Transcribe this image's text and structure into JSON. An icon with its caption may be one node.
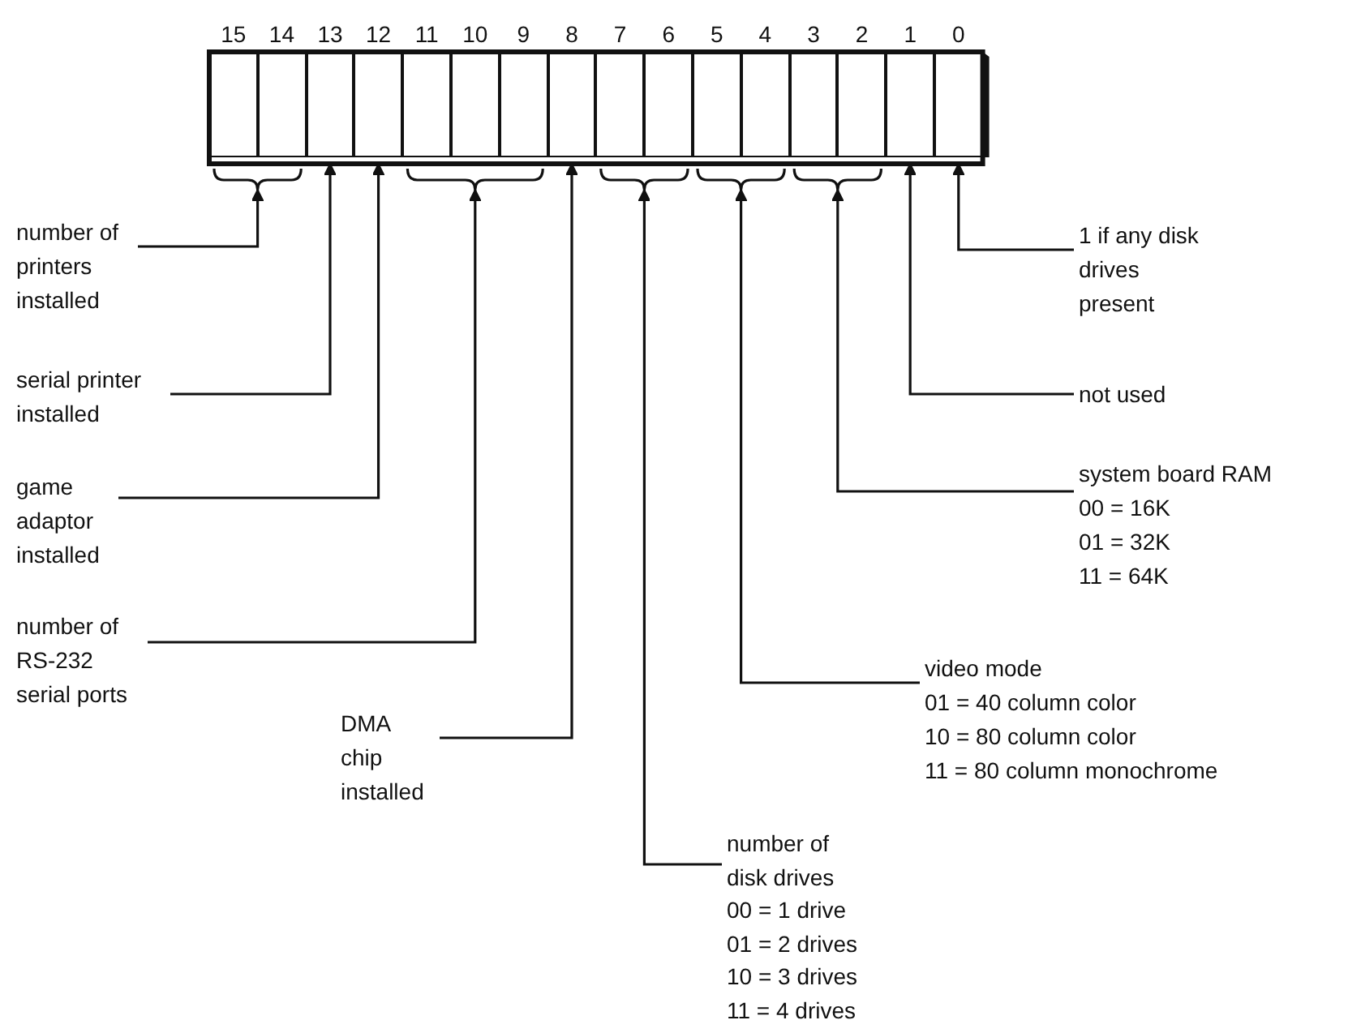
{
  "diagram": {
    "nodes": [
      {
        "text": [
          "15"
        ]
      },
      {
        "text": [
          "14"
        ]
      },
      {
        "text": [
          "13"
        ]
      },
      {
        "text": [
          "12"
        ]
      },
      {
        "text": [
          "11"
        ]
      },
      {
        "text": [
          "10"
        ]
      },
      {
        "text": [
          "9"
        ]
      },
      {
        "text": [
          "8"
        ]
      },
      {
        "text": [
          "7"
        ]
      },
      {
        "text": [
          "6"
        ]
      },
      {
        "text": [
          "5"
        ]
      },
      {
        "text": [
          "4"
        ]
      },
      {
        "text": [
          "3"
        ]
      },
      {
        "text": [
          "2"
        ]
      },
      {
        "text": [
          "1"
        ]
      },
      {
        "text": [
          "0"
        ]
      },
      {
        "text": [],
        "shape": "brace"
      },
      {
        "text": [],
        "shape": "brace"
      },
      {
        "text": [],
        "shape": "brace"
      },
      {
        "text": [],
        "shape": "brace"
      },
      {
        "text": [],
        "shape": "brace"
      },
      {
        "text": [
          "number of printers installed"
        ]
      },
      {
        "text": [
          "1 if any disk drives present"
        ]
      },
      {
        "text": [
          "serial printer installed"
        ]
      },
      {
        "text": [
          "not used"
        ]
      },
      {
        "text": [
          "system board RAM",
          "00 = 16K",
          "01 = 32K",
          "11 = 64K"
        ]
      },
      {
        "text": [
          "game adaptor installed"
        ]
      },
      {
        "text": [
          "number of RS-232 serial ports"
        ]
      },
      {
        "text": [
          "video mode",
          "01 = 40 column color",
          "10 = 80 column color",
          "11 = 80 column monochrome"
        ]
      },
      {
        "text": [
          "DMA chip installed"
        ]
      },
      {
        "text": [
          "number of disk drives",
          "00 = 1 drive",
          "01 = 2 drives",
          "10 = 3 drives",
          "11 = 4 drives"
        ]
      }
    ],
    "edges": [
      {
        "from": 21,
        "to": 16,
        "arrow": "to"
      },
      {
        "from": 22,
        "to": 15,
        "arrow": "to"
      },
      {
        "from": 23,
        "to": 2,
        "arrow": "to"
      },
      {
        "from": 24,
        "to": 14,
        "arrow": "to"
      },
      {
        "from": 25,
        "to": 20,
        "arrow": "to"
      },
      {
        "from": 26,
        "to": 3,
        "arrow": "to"
      },
      {
        "from": 27,
        "to": 17,
        "arrow": "to"
      },
      {
        "from": 28,
        "to": 19,
        "arrow": "to"
      },
      {
        "from": 29,
        "to": 7,
        "arrow": "to"
      },
      {
        "from": 30,
        "to": 18,
        "arrow": "to"
      }
    ]
  }
}
